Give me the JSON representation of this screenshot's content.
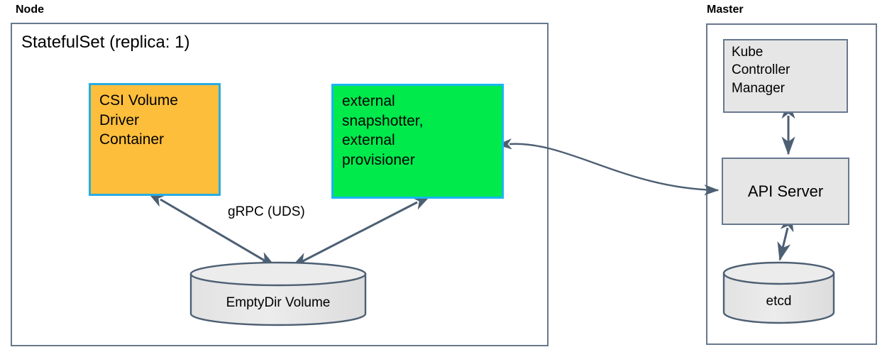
{
  "diagram": {
    "title_node": "Node",
    "title_master": "Master",
    "groups": [
      {
        "id": "node",
        "caption": "Node",
        "inner_title": "StatefulSet (replica: 1)"
      },
      {
        "id": "master",
        "caption": "Master",
        "inner_title": ""
      }
    ],
    "nodes": {
      "csi": {
        "label": "CSI Volume\nDriver\nContainer",
        "fill": "#fdbe3c",
        "stroke": "#29ace3"
      },
      "external": {
        "label": "external\nsnapshotter,\nexternal\nprovisioner",
        "fill": "#00ea4c",
        "stroke": "#18b7ef"
      },
      "kube_controller_manager": {
        "label": "Kube\nController\nManager",
        "fill": "#e6e6e6",
        "stroke": "#67788f"
      },
      "api_server": {
        "label": "API Server",
        "fill": "#e6e6e6",
        "stroke": "#67788f"
      },
      "emptydir_volume": {
        "label": "EmptyDir Volume",
        "fill": "#e6e6e6",
        "stroke": "#4d5f73"
      },
      "etcd": {
        "label": "etcd",
        "fill": "#e6e6e6",
        "stroke": "#4d5f73"
      }
    },
    "edges": [
      {
        "id": "csi-emptydir",
        "from": "csi",
        "to": "emptydir_volume",
        "label": "gRPC (UDS)",
        "arrow": "both",
        "style": "straight"
      },
      {
        "id": "external-emptydir",
        "from": "external",
        "to": "emptydir_volume",
        "label": "",
        "arrow": "both",
        "style": "straight"
      },
      {
        "id": "external-apiserver",
        "from": "external",
        "to": "api_server",
        "label": "",
        "arrow": "both",
        "style": "curved"
      },
      {
        "id": "kube-apiserver",
        "from": "kube_controller_manager",
        "to": "api_server",
        "label": "",
        "arrow": "both",
        "style": "straight"
      },
      {
        "id": "apiserver-etcd",
        "from": "api_server",
        "to": "etcd",
        "label": "",
        "arrow": "both",
        "style": "straight"
      }
    ],
    "labels": {
      "grpc": "gRPC (UDS)"
    },
    "colors": {
      "group_border": "#67788f",
      "arrow": "#4d5f73",
      "shape_gray": "#e6e6e6",
      "orange": "#fdbe3c",
      "green": "#00ea4c",
      "cyan_border": "#18b7ef"
    }
  }
}
